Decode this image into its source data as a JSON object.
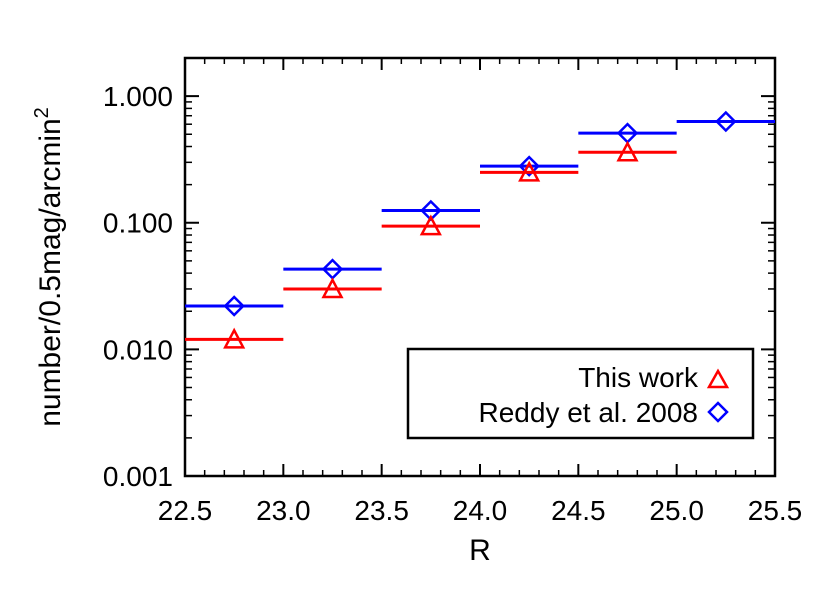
{
  "chart_data": {
    "type": "scatter",
    "xlabel": "R",
    "ylabel": "number/0.5mag/arcmin",
    "ylabel_sup": "2",
    "xlim": [
      22.5,
      25.5
    ],
    "ylim": [
      0.001,
      2.0
    ],
    "yscale": "log",
    "grid": false,
    "legend_position": "bottom-right",
    "x_tick_labels": [
      "22.5",
      "23.0",
      "23.5",
      "24.0",
      "24.5",
      "25.0",
      "25.5"
    ],
    "y_tick_labels": [
      "0.001",
      "0.010",
      "0.100",
      "1.000"
    ],
    "series": [
      {
        "name": "This work",
        "marker": "triangle",
        "color": "#ff0000",
        "bin_edges": [
          [
            22.5,
            23.0
          ],
          [
            23.0,
            23.5
          ],
          [
            23.5,
            24.0
          ],
          [
            24.0,
            24.5
          ],
          [
            24.5,
            25.0
          ]
        ],
        "x": [
          22.75,
          23.25,
          23.75,
          24.25,
          24.75
        ],
        "y": [
          0.012,
          0.03,
          0.094,
          0.25,
          0.36
        ]
      },
      {
        "name": "Reddy et al. 2008",
        "marker": "diamond",
        "color": "#0000ff",
        "bin_edges": [
          [
            22.5,
            23.0
          ],
          [
            23.0,
            23.5
          ],
          [
            23.5,
            24.0
          ],
          [
            24.0,
            24.5
          ],
          [
            24.5,
            25.0
          ],
          [
            25.0,
            25.5
          ]
        ],
        "x": [
          22.75,
          23.25,
          23.75,
          24.25,
          24.75,
          25.25
        ],
        "y": [
          0.022,
          0.043,
          0.125,
          0.28,
          0.51,
          0.63
        ]
      }
    ]
  }
}
